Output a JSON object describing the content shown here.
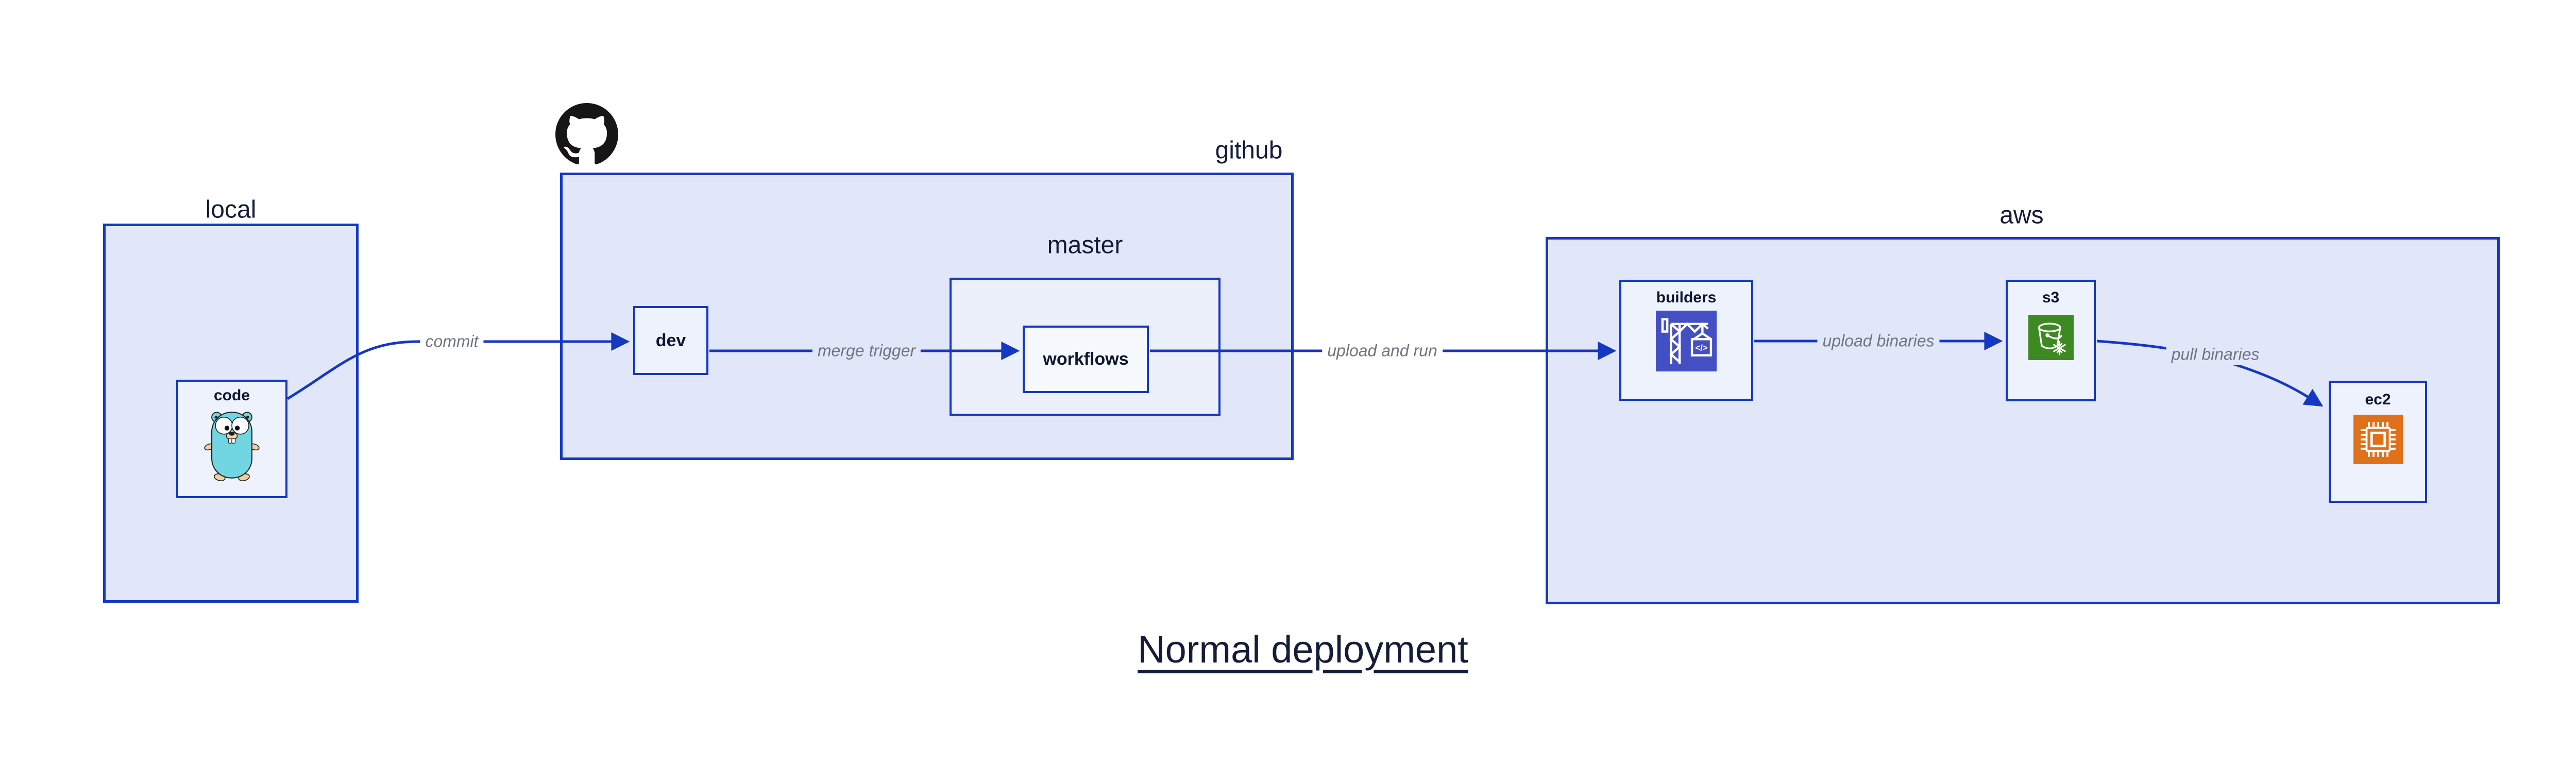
{
  "title": "Normal deployment",
  "groups": {
    "local": {
      "label": "local"
    },
    "github": {
      "label": "github"
    },
    "master": {
      "label": "master"
    },
    "aws": {
      "label": "aws"
    }
  },
  "nodes": {
    "code": {
      "label": "code",
      "icon": "go-gopher-icon"
    },
    "dev": {
      "label": "dev"
    },
    "workflows": {
      "label": "workflows"
    },
    "builders": {
      "label": "builders",
      "icon": "codebuild-crane-icon"
    },
    "s3": {
      "label": "s3",
      "icon": "s3-bucket-snowflake-icon"
    },
    "ec2": {
      "label": "ec2",
      "icon": "ec2-cpu-chip-icon"
    }
  },
  "edges": {
    "commit": {
      "label": "commit",
      "from": "code",
      "to": "dev"
    },
    "merge_trigger": {
      "label": "merge trigger",
      "from": "dev",
      "to": "workflows"
    },
    "upload_and_run": {
      "label": "upload and run",
      "from": "workflows",
      "to": "builders"
    },
    "upload_binaries": {
      "label": "upload binaries",
      "from": "builders",
      "to": "s3"
    },
    "pull_binaries": {
      "label": "pull binaries",
      "from": "s3",
      "to": "ec2"
    }
  },
  "icons": {
    "github_logo": "github-octocat-icon",
    "codebuild_glyph": "</>"
  },
  "colors": {
    "border_blue": "#1538c2",
    "group_fill": "#e1e7f9",
    "master_fill": "#ecf0fb",
    "node_fill": "#eef2fc",
    "workflows_fill": "#f5f8fd",
    "label_navy": "#131c38",
    "edge_label_gray": "#6f7580",
    "codebuild_purple": "#454fc4",
    "s3_green": "#3e8a22",
    "ec2_orange": "#e0711c",
    "gopher_teal": "#72d6e2",
    "github_black": "#171515"
  }
}
